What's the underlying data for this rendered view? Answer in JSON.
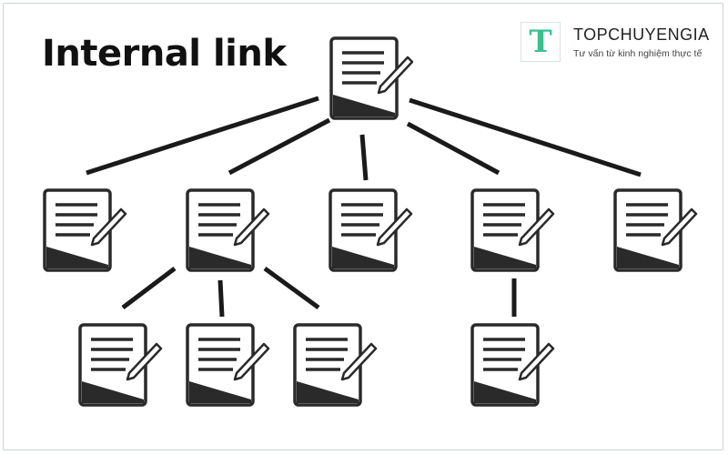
{
  "title": "Internal link",
  "brand": {
    "logo_letter": "T",
    "name": "TOPCHUYENGIA",
    "tagline": "Tư vấn từ kinh nghiệm thực tế"
  },
  "colors": {
    "ink": "#2a2a2a",
    "page": "#ffffff",
    "brand_accent": "#3bbf8f"
  },
  "icons": [
    "document-edit-icon"
  ],
  "tree": {
    "root": "root-page",
    "level1": [
      "page-1",
      "page-2",
      "page-3",
      "page-4",
      "page-5"
    ],
    "level2": [
      "page-2a",
      "page-2b",
      "page-2c",
      "page-4a"
    ]
  }
}
